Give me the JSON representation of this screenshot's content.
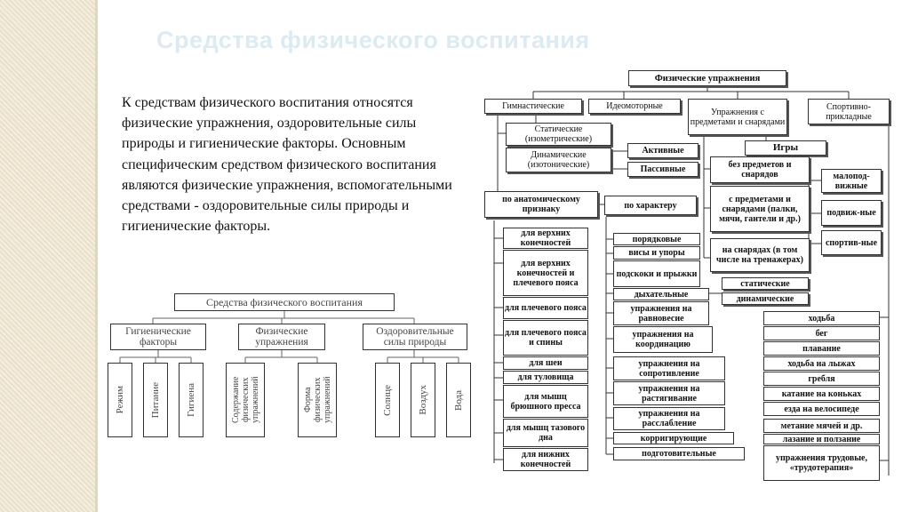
{
  "slide": {
    "title": "Средства физического воспитания",
    "paragraph": "К средствам физического воспитания относятся физические упражнения, оздоровительные силы природы и гигиенические факторы. Основным специфическим средством физического воспитания являются физические упражнения, вспомогательными средствами - оздоровительные силы природы и гигиенические факторы."
  },
  "left_diagram": {
    "root": "Средства физического воспитания",
    "groups": [
      {
        "label": "Гигиенические факторы",
        "items": [
          "Режим",
          "Питание",
          "Гигиена"
        ]
      },
      {
        "label": "Физические упражнения",
        "items": [
          "Содержание физических упражнений",
          "Форма физических упражнений"
        ]
      },
      {
        "label": "Оздоровительные силы природы",
        "items": [
          "Солнце",
          "Воздух",
          "Вода"
        ]
      }
    ]
  },
  "right_diagram": {
    "root": "Физические упражнения",
    "top": [
      "Гимнастические",
      "Идеомоторные",
      "Упражнения с предметами и снарядами",
      "Спортивно-прикладные"
    ],
    "gym_types": [
      "Статические (изометрические)",
      "Динамические (изотонические)"
    ],
    "active_passive": [
      "Активные",
      "Пассивные"
    ],
    "anatomic": "по анатомическому признаку",
    "anatomic_items": [
      "для верхних конечностей",
      "для верхних конечностей и плечевого пояса",
      "для плечевого пояса",
      "для плечевого пояса и спины",
      "для шеи",
      "для туловища",
      "для мышц брюшного пресса",
      "для мышц тазового дна",
      "для нижних конечностей"
    ],
    "character": "по характеру",
    "character_items": [
      "порядковые",
      "висы и упоры",
      "подскоки и прыжки",
      "дыхательные",
      "упражнения на равновесие",
      "упражнения на координацию",
      "упражнения на сопротивление",
      "упражнения на растягивание",
      "упражнения на расслабление",
      "корригирующие",
      "подготовительные"
    ],
    "stat_dyn": [
      "статические",
      "динамические"
    ],
    "games": "Игры",
    "apparatus": [
      "без предметов и снарядов",
      "с предметами и снарядами (палки, мячи, гантели и др.)",
      "на снарядах (в том числе на тренажерах)"
    ],
    "games_kinds": [
      "малопод-вижные",
      "подвиж-ные",
      "спортив-ные"
    ],
    "applied": [
      "ходьба",
      "бег",
      "плавание",
      "ходьба на лыжах",
      "гребля",
      "катание на коньках",
      "езда на велосипеде",
      "метание мячей и др.",
      "лазание и ползание",
      "упражнения трудовые, «трудотерапия»"
    ]
  }
}
